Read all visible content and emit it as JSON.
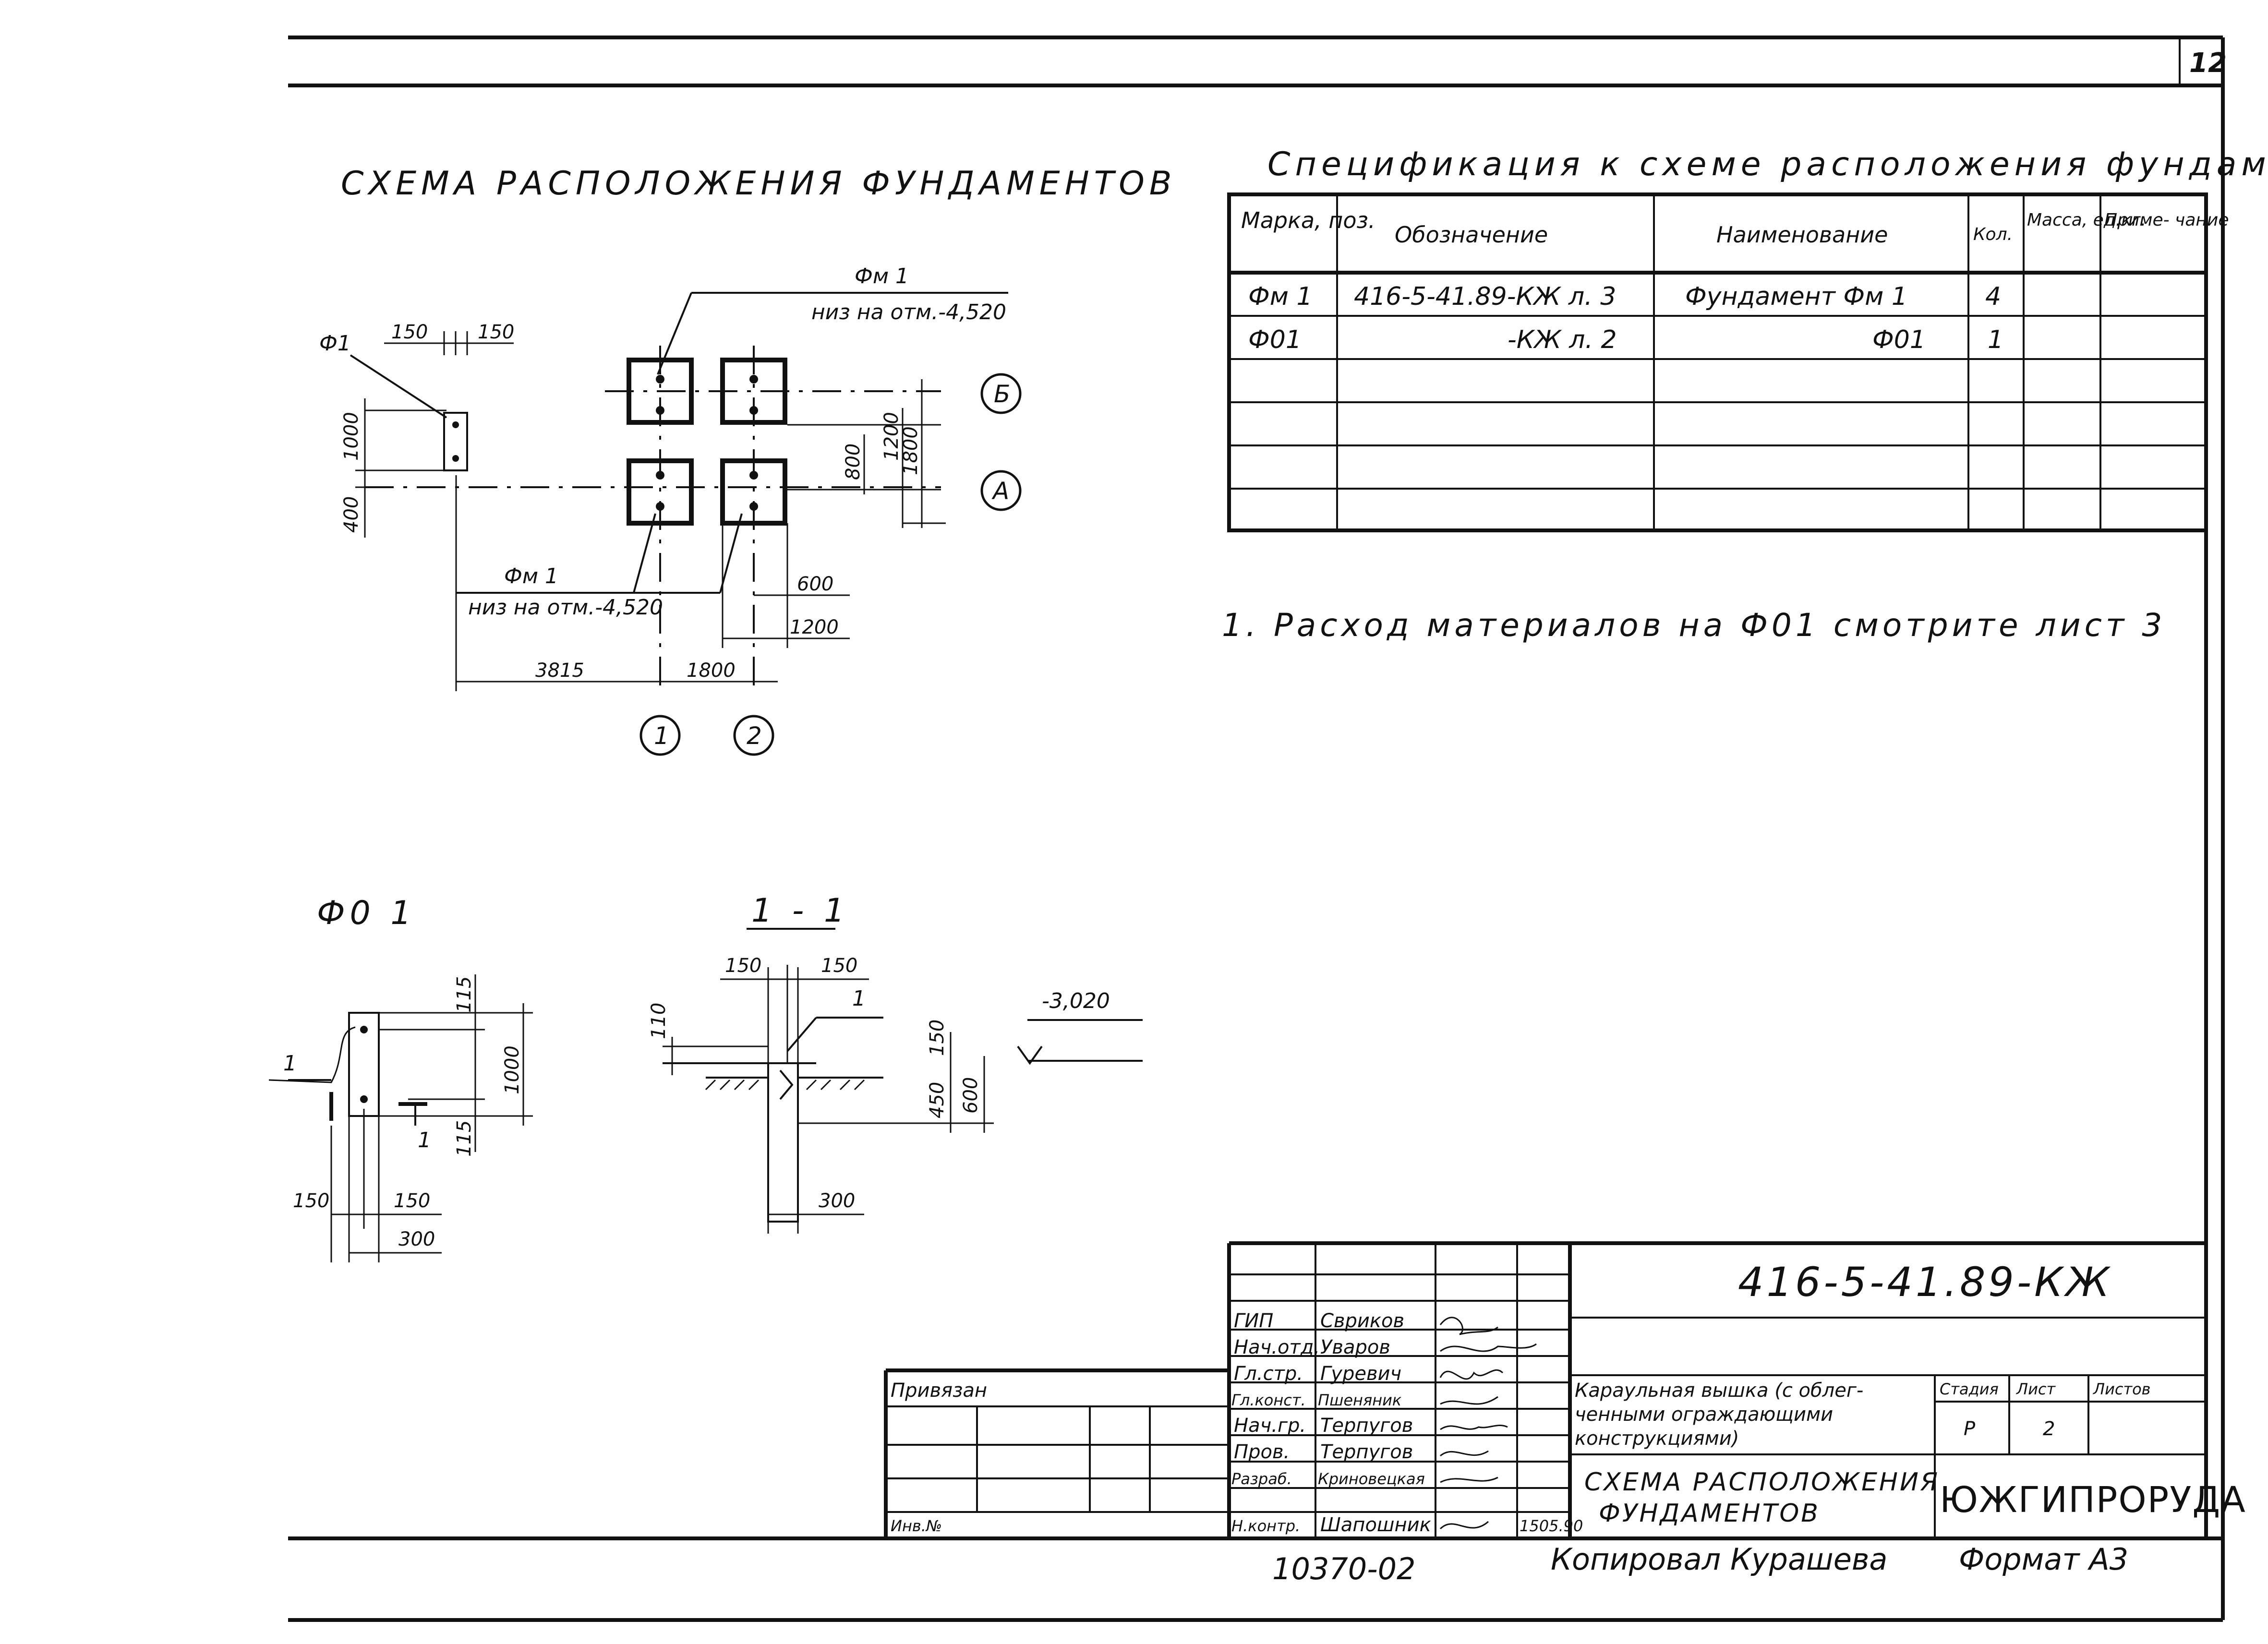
{
  "sheet_number": "12",
  "plan": {
    "title": "СХЕМА РАСПОЛОЖЕНИЯ ФУНДАМЕНТОВ",
    "fm1_top": "Фм 1",
    "fm1_top_level": "низ на отм.-4,520",
    "fm1_bottom": "Фм 1",
    "fm1_bottom_level": "низ на отм.-4,520",
    "fo1_ref": "Ф1",
    "dims": {
      "d150a": "150",
      "d150b": "150",
      "d1000": "1000",
      "d400": "400",
      "d800": "800",
      "d1200v": "1200",
      "d1800v": "1800",
      "d600": "600",
      "d1200h": "1200",
      "d3815": "3815",
      "d1800h": "1800"
    },
    "axes": {
      "row_b": "Б",
      "row_a": "А",
      "col_1": "1",
      "col_2": "2"
    }
  },
  "fo1_detail": {
    "title": "Ф0 1",
    "cut_left": "1",
    "cut_right": "1",
    "dims": {
      "d115a": "115",
      "d1000": "1000",
      "d115b": "115",
      "d150l": "150",
      "d150r": "150",
      "d300": "300"
    }
  },
  "section": {
    "title": "1 - 1",
    "level": "-3,020",
    "leader": "1",
    "dims": {
      "d150a": "150",
      "d150b": "150",
      "d110": "110",
      "d150v": "150",
      "d450": "450",
      "d600": "600",
      "d300": "300"
    }
  },
  "spec": {
    "title": "Спецификация к схеме расположения фундаментов",
    "headers": [
      "Марка, поз.",
      "Обозначение",
      "Наименование",
      "Кол.",
      "Масса, ед.кг.",
      "Приме- чание"
    ],
    "rows": [
      [
        "Фм 1",
        "416-5-41.89-КЖ л. 3",
        "Фундамент Фм 1",
        "4",
        "",
        ""
      ],
      [
        "Ф01",
        "-КЖ л. 2",
        "Ф01",
        "1",
        "",
        ""
      ]
    ]
  },
  "note": "1. Расход материалов на Ф01 смотрите лист 3",
  "title_block": {
    "doc_code": "416-5-41.89-КЖ",
    "object_name_lines": [
      "Караульная вышка (с облег-",
      "ченными ограждающими",
      "конструкциями)"
    ],
    "sheet_name_lines": [
      "СХЕМА РАСПОЛОЖЕНИЯ",
      "ФУНДАМЕНТОВ"
    ],
    "organization": "ЮЖГИПРОРУДА",
    "stage_label": "Стадия",
    "sheet_label": "Лист",
    "sheets_label": "Листов",
    "stage": "Р",
    "sheet": "2",
    "sheets": "",
    "date": "1505.90",
    "roles": [
      {
        "role": "ГИП",
        "name": "Свриков"
      },
      {
        "role": "Нач.отд.",
        "name": "Уваров"
      },
      {
        "role": "Гл.стр.",
        "name": "Гуревич"
      },
      {
        "role": "Гл.конст.",
        "name": "Пшеняник"
      },
      {
        "role": "Нач.гр.",
        "name": "Терпугов"
      },
      {
        "role": "Пров.",
        "name": "Терпугов"
      },
      {
        "role": "Разраб.",
        "name": "Криновецкая"
      },
      {
        "role": "Н.контр.",
        "name": "Шапошник"
      }
    ],
    "bound_label": "Привязан",
    "inv_label": "Инв.№"
  },
  "footer": {
    "archive_number": "10370-02",
    "copied_by": "Копировал Курашева",
    "format": "Формат А3"
  }
}
